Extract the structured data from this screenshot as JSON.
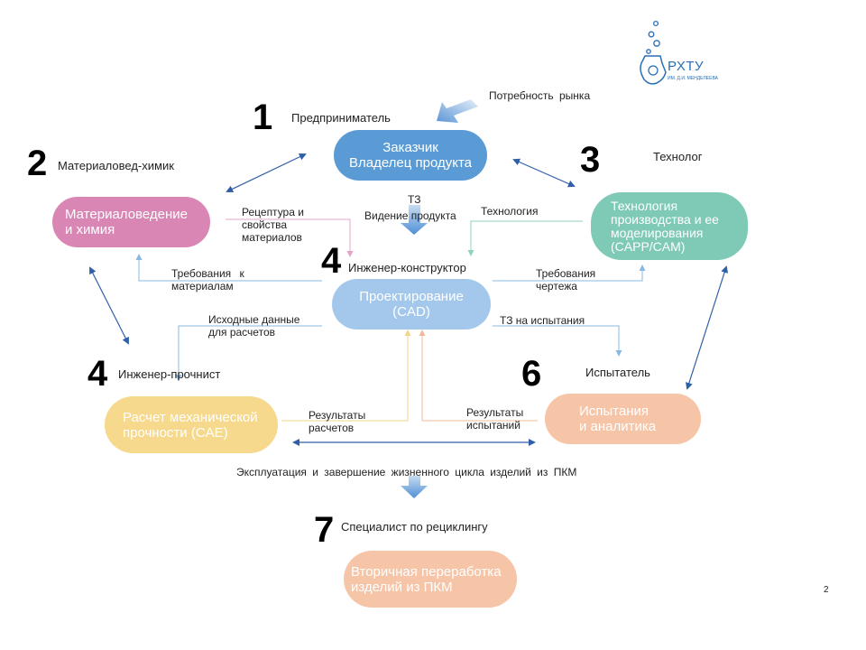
{
  "logo": {
    "name": "РХТУ",
    "subtitle": "ИМ. Д.И. МЕНДЕЛЕЕВА"
  },
  "page_number": "2",
  "market_need": "Потребность рынка",
  "roles": {
    "r1": {
      "number": "1",
      "title": "Предприниматель"
    },
    "r2": {
      "number": "2",
      "title": "Материаловед-химик"
    },
    "r3": {
      "number": "3",
      "title": "Технолог"
    },
    "r4a": {
      "number": "4",
      "title": "Инженер-конструктор"
    },
    "r4b": {
      "number": "4",
      "title": "Инженер-прочнист"
    },
    "r6": {
      "number": "6",
      "title": "Испытатель"
    },
    "r7": {
      "number": "7",
      "title": "Специалист по рециклингу"
    }
  },
  "boxes": {
    "customer": {
      "text": "Заказчик\nВладелец продукта",
      "color": "#5b9bd5"
    },
    "materials": {
      "text": "Материаловедение\nи химия",
      "color": "#d986b4"
    },
    "technology": {
      "text": "Технология\nпроизводства и ее\nмоделирования\n(CAPP/CAM)",
      "color": "#7fc9b7"
    },
    "design": {
      "text": "Проектирование\n(CAD)",
      "color": "#a4c8ec"
    },
    "calc": {
      "text": "Расчет механической\nпрочности (CAE)",
      "color": "#f6d98c"
    },
    "tests": {
      "text": "Испытания\nи аналитика",
      "color": "#f6c4a7"
    },
    "recycling": {
      "text": "Вторичная переработка\nизделий из ПКМ",
      "color": "#f6c4a7"
    }
  },
  "flow_labels": {
    "tz": "ТЗ",
    "product_vision": "Видение продукта",
    "technology": "Технология",
    "recipe": "Рецептура и\nсвойства\nматериалов",
    "material_requirements": "Требования к\nматериалам",
    "drawing_requirements": "Требования\nчертежа",
    "initial_data": "Исходные данные\nдля расчетов",
    "test_tz": "ТЗ на испытания",
    "calc_results": "Результаты\nрасчетов",
    "test_results": "Результаты\nиспытаний",
    "exploitation": "Эксплуатация и завершение жизненного цикла изделий из ПКМ"
  }
}
